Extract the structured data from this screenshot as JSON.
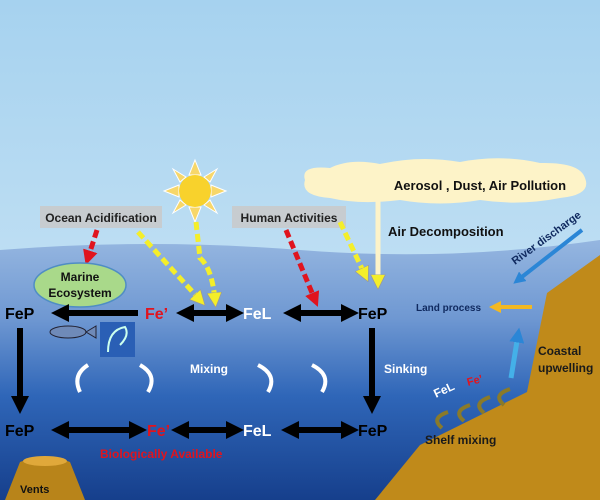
{
  "labels": {
    "aerosol": "Aerosol , Dust, Air Pollution",
    "air_decomposition": "Air Decomposition",
    "ocean_acidification": "Ocean Acidification",
    "human_activities": "Human Activities",
    "marine_line1": "Marine",
    "marine_line2": "Ecosystem",
    "fep_tl": "FeP",
    "fe_prime_top": "Fe’",
    "fel_top": "FeL",
    "fep_tr": "FeP",
    "fep_bl": "FeP",
    "fe_prime_bottom": "Fe’",
    "fel_bottom": "FeL",
    "fep_br": "FeP",
    "mixing": "Mixing",
    "sinking": "Sinking",
    "bio_available": "Biologically Available",
    "land_process": "Land process",
    "river_discharge": "River discharge",
    "coastal1": "Coastal",
    "coastal2": "upwelling",
    "shelf_mixing": "Shelf mixing",
    "shelf_fel": "FeL",
    "shelf_fe_prime": "Fe’",
    "vents": "Vents"
  },
  "colors": {
    "sky": "#b7dcf3",
    "water_top": "#8fb3de",
    "water_bottom": "#1d4f9e",
    "land": "#c08a1a",
    "red": "#e0141e",
    "yellow": "#f4ee2a"
  }
}
